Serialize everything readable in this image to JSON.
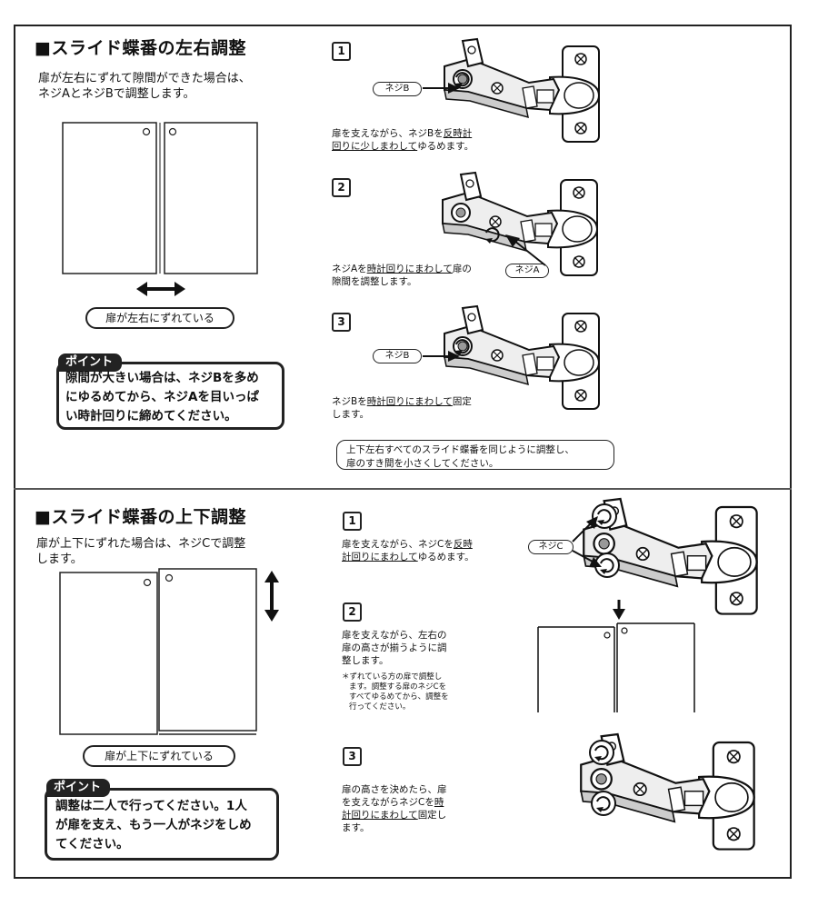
{
  "section1": {
    "title": "■スライド蝶番の左右調整",
    "desc_line1": "扉が左右にずれて隙間ができた場合は、",
    "desc_line2": "ネジAとネジBで調整します。",
    "diagram_label": "扉が左右にずれている",
    "point": {
      "label": "ポイント",
      "lines": [
        "隙間が大きい場合は、ネジBを多め",
        "にゆるめてから、ネジAを目いっぱ",
        "い時計回りに締めてください。"
      ]
    },
    "steps": [
      {
        "num": "1",
        "line1_a": "扉を支えながら、ネジBを",
        "line1_u": "反時計",
        "line2_u": "回りに少しまわして",
        "line2_b": "ゆるめます。",
        "screw_label": "ネジB"
      },
      {
        "num": "2",
        "line1_a": "ネジAを",
        "line1_u": "時計回りにまわして",
        "line1_b": "扉の",
        "line2": "隙間を調整します。",
        "screw_label": "ネジA"
      },
      {
        "num": "3",
        "line1_a": "ネジBを",
        "line1_u": "時計回りにまわして",
        "line1_b": "固定",
        "line2": "します。",
        "screw_label": "ネジB"
      }
    ],
    "summary_line1": "上下左右すべてのスライド蝶番を同じように調整し、",
    "summary_line2": "扉のすき間を小さくしてください。"
  },
  "section2": {
    "title": "■スライド蝶番の上下調整",
    "desc_line1": "扉が上下にずれた場合は、ネジCで調整",
    "desc_line2": "します。",
    "diagram_label": "扉が上下にずれている",
    "point": {
      "label": "ポイント",
      "lines": [
        "調整は二人で行ってください。1人",
        "が扉を支え、もう一人がネジをしめ",
        "てください。"
      ]
    },
    "steps": [
      {
        "num": "1",
        "line1_a": "扉を支えながら、ネジCを",
        "line1_u": "反時",
        "line2_u": "計回りにまわして",
        "line2_b": "ゆるめます。",
        "screw_label": "ネジC"
      },
      {
        "num": "2",
        "lines": [
          "扉を支えながら、左右の",
          "扉の高さが揃うように調",
          "整します。"
        ],
        "notes": [
          "＊ずれている方の扉で調整し",
          "ます。調整する扉のネジCを",
          "すべてゆるめてから、調整を",
          "行ってください。"
        ]
      },
      {
        "num": "3",
        "line1": "扉の高さを決めたら、扉",
        "line2_a": "を支えながらネジCを",
        "line2_u": "時",
        "line3_u": "計回りにまわして",
        "line3_b": "固定し",
        "line4": "ます。"
      }
    ]
  }
}
